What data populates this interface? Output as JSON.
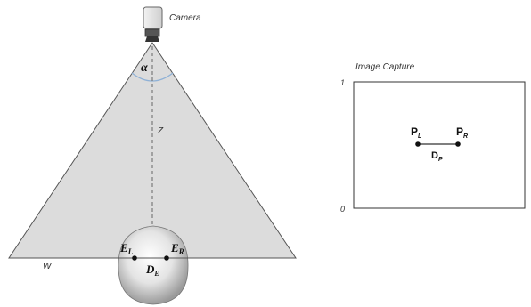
{
  "camera": {
    "label": "Camera",
    "icon": "camera-icon",
    "angle_label": "α"
  },
  "fov": {
    "depth_label": "Z",
    "width_label": "W"
  },
  "eyes": {
    "left_label": "E",
    "left_sub": "L",
    "right_label": "E",
    "right_sub": "R",
    "distance_label": "D",
    "distance_sub": "E"
  },
  "image_capture": {
    "title": "Image Capture",
    "top_label": "1",
    "bottom_label": "0",
    "pupil_left": "P",
    "pupil_left_sub": "L",
    "pupil_right": "P",
    "pupil_right_sub": "R",
    "pupil_distance": "D",
    "pupil_distance_sub": "P"
  },
  "colors": {
    "cone_fill": "#dcdcdc",
    "cone_stroke": "#555555",
    "arc": "#8fb1d6",
    "head": "#e6e6e6"
  }
}
